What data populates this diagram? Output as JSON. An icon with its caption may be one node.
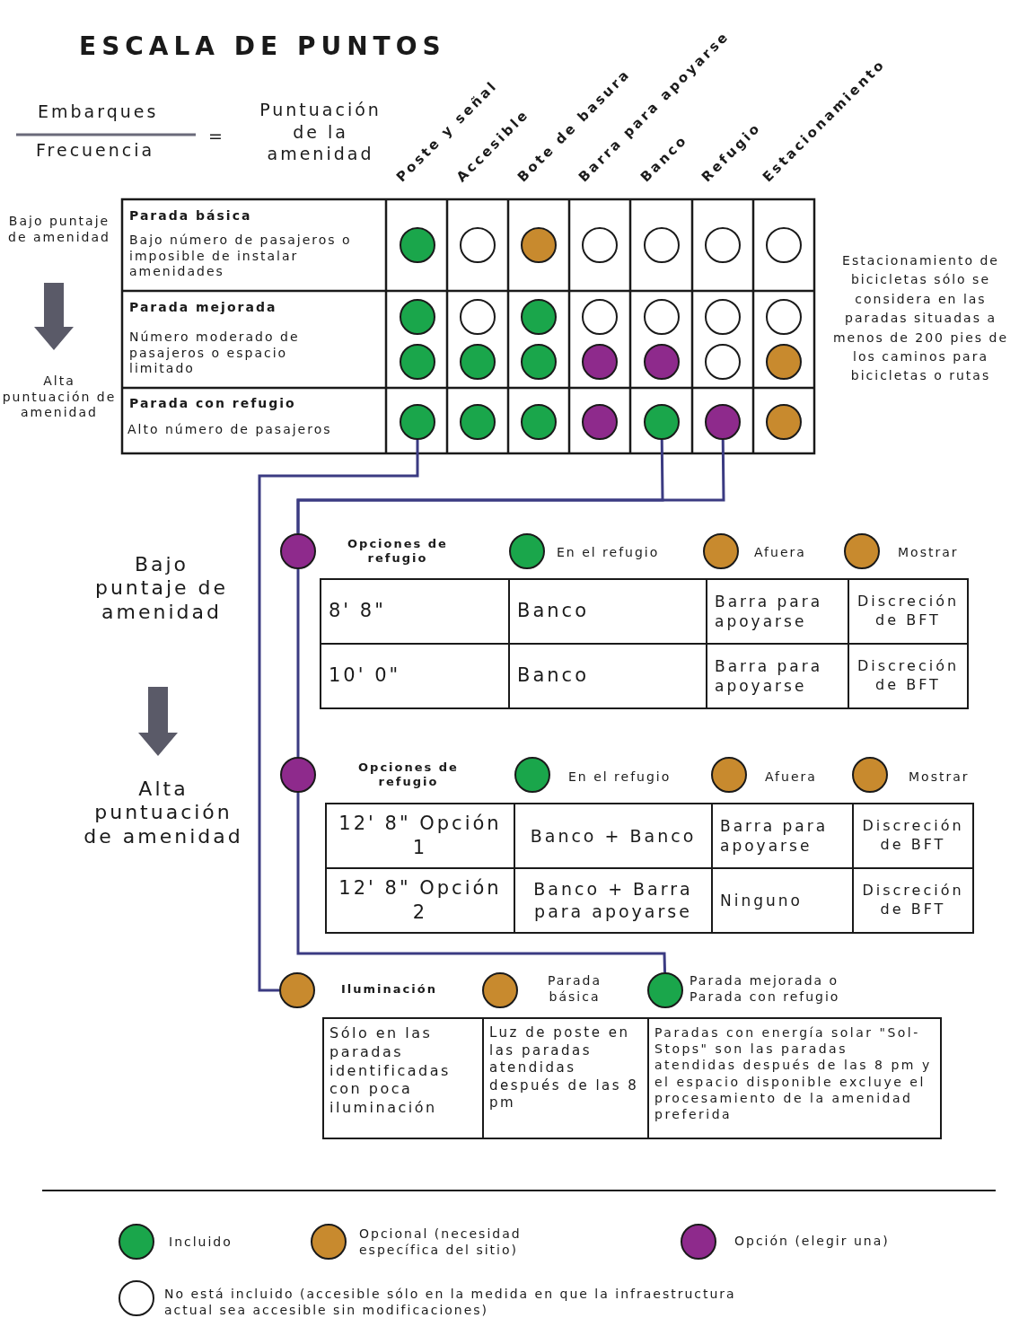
{
  "diagram": {
    "title": "ESCALA DE PUNTOS",
    "nodes": [
      {
        "text": [],
        "shape": "circle"
      },
      {
        "text": [],
        "shape": "circle"
      },
      {
        "text": [],
        "shape": "circle"
      },
      {
        "text": [],
        "shape": "circle"
      },
      {
        "text": [],
        "shape": "circle"
      },
      {
        "text": [],
        "shape": "circle"
      },
      {
        "text": [],
        "shape": "circle"
      },
      {
        "text": [],
        "shape": "circle"
      },
      {
        "text": [],
        "shape": "circle"
      },
      {
        "text": [],
        "shape": "circle"
      },
      {
        "text": [],
        "shape": "circle"
      },
      {
        "text": [],
        "shape": "circle"
      },
      {
        "text": [],
        "shape": "circle"
      },
      {
        "text": [],
        "shape": "circle"
      },
      {
        "text": [],
        "shape": "circle"
      },
      {
        "text": [],
        "shape": "circle"
      },
      {
        "text": [],
        "shape": "circle"
      },
      {
        "text": [],
        "shape": "circle"
      },
      {
        "text": [],
        "shape": "circle"
      },
      {
        "text": [],
        "shape": "circle"
      },
      {
        "text": [],
        "shape": "circle"
      },
      {
        "text": [],
        "shape": "circle"
      },
      {
        "text": [],
        "shape": "circle"
      },
      {
        "text": [],
        "shape": "circle"
      },
      {
        "text": [],
        "shape": "circle"
      },
      {
        "text": [],
        "shape": "circle"
      },
      {
        "text": [],
        "shape": "circle"
      },
      {
        "text": [],
        "shape": "circle"
      },
      {
        "text": [],
        "shape": "circle",
        "beside": [
          "Opciones de refugio"
        ]
      },
      {
        "text": [],
        "shape": "circle",
        "beside": [
          "En el refugio"
        ]
      },
      {
        "text": [],
        "shape": "circle",
        "beside": [
          "Afuera"
        ]
      },
      {
        "text": [],
        "shape": "circle",
        "beside": [
          "Mostrar"
        ]
      },
      {
        "text": [],
        "shape": "circle",
        "beside": [
          "Opciones de refugio"
        ]
      },
      {
        "text": [],
        "shape": "circle",
        "beside": [
          "En el refugio"
        ]
      },
      {
        "text": [],
        "shape": "circle",
        "beside": [
          "Afuera"
        ]
      },
      {
        "text": [],
        "shape": "circle",
        "beside": [
          "Mostrar"
        ]
      },
      {
        "text": [],
        "shape": "circle",
        "beside": [
          "Iluminación"
        ]
      },
      {
        "text": [],
        "shape": "circle",
        "beside": [
          "Parada básica"
        ]
      },
      {
        "text": [],
        "shape": "circle",
        "beside": [
          "Parada mejorada o Parada con refugio"
        ]
      }
    ],
    "edges": [
      {
        "from": 21,
        "to": 36,
        "arrow": "none"
      },
      {
        "from": 25,
        "to": 28,
        "arrow": "none"
      },
      {
        "from": 26,
        "to": 28,
        "arrow": "none"
      },
      {
        "from": 28,
        "to": 32,
        "arrow": "none"
      },
      {
        "from": 32,
        "to": 38,
        "arrow": "none"
      }
    ],
    "labels": [
      "Embarques",
      "Frecuencia",
      "=",
      "Puntuación de la amenidad",
      "Poste y señal",
      "Accesible",
      "Bote de basura",
      "Barra para apoyarse",
      "Banco",
      "Refugio",
      "Estacionamiento",
      "Bajo puntaje de amenidad",
      "Alta puntuación de amenidad",
      "Parada básica",
      "Bajo número de pasajeros o imposible de instalar amenidades",
      "Parada mejorada",
      "Número moderado de pasajeros o espacio limitado",
      "Parada con refugio",
      "Alto número de pasajeros",
      "Estacionamiento de bicicletas sólo se considera en las paradas situadas a menos de 200 pies de los caminos para bicicletas o rutas",
      "Bajo puntaje de amenidad",
      "Alta puntuación de amenidad",
      "8' 8\"",
      "Banco",
      "Barra para apoyarse",
      "Discreción de BFT",
      "10' 0\"",
      "Banco",
      "Barra para apoyarse",
      "Discreción de BFT",
      "12' 8\" Opción 1",
      "Banco + Banco",
      "Barra para apoyarse",
      "Discreción de BFT",
      "12' 8\" Opción 2",
      "Banco + Barra para apoyarse",
      "Ninguno",
      "Discreción de BFT",
      "Sólo en las paradas identificadas con poca iluminación",
      "Luz de poste en las paradas atendidas después de las 8 pm",
      "Paradas con energía solar \"Sol-Stops\" son las paradas atendidas después de las 8 pm y el espacio disponible excluye el procesamiento de la amenidad preferida"
    ],
    "legend": [
      {
        "text": "Incluido",
        "color": "#1aa64b"
      },
      {
        "text": "Opcional (necesidad específica del sitio)",
        "color": "#c88a2e"
      },
      {
        "text": "Opción (elegir una)",
        "color": "#8e2a8c"
      },
      {
        "text": "No está incluido (accesible sólo en la medida en que la infraestructura actual sea accesible sin modificaciones)",
        "color": "#ffffff"
      }
    ]
  }
}
